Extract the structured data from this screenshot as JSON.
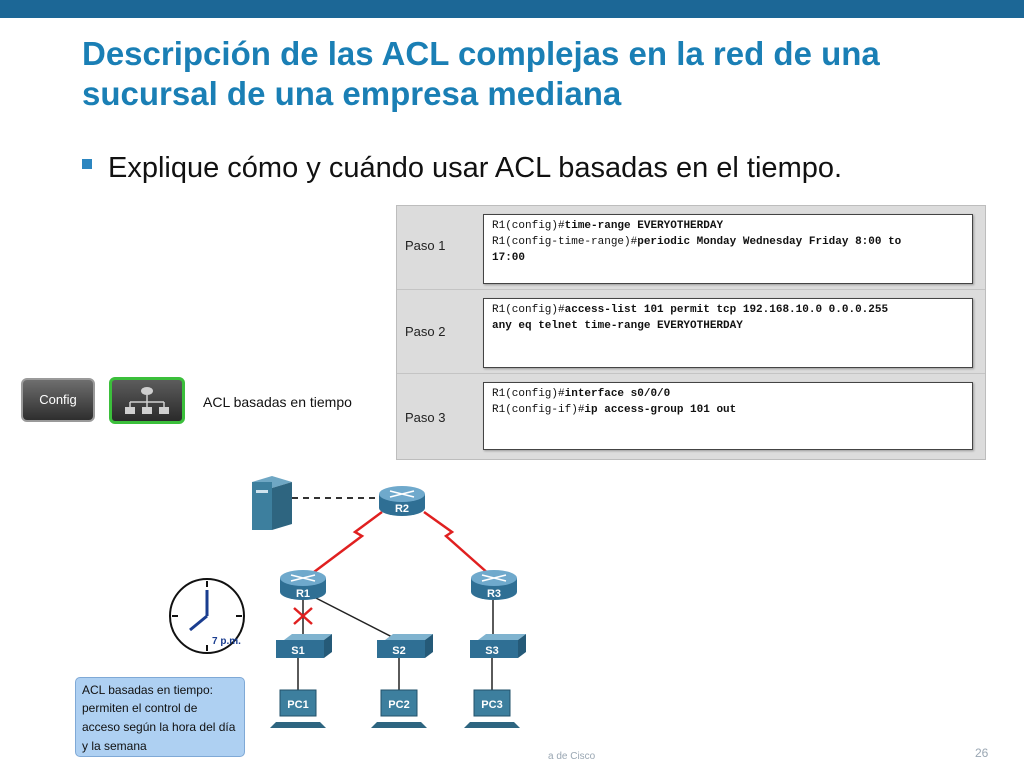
{
  "title": "Descripción de las ACL complejas en la red de una sucursal de una empresa mediana",
  "bullet": "Explique cómo y cuándo usar ACL basadas en el tiempo.",
  "steps": [
    {
      "label": "Paso 1",
      "lines": [
        {
          "prompt": "R1(config)#",
          "cmd": "time-range EVERYOTHERDAY"
        },
        {
          "prompt": "R1(config-time-range)#",
          "cmd": "periodic Monday Wednesday Friday 8:00 to"
        },
        {
          "prompt": "",
          "cmd": "17:00"
        }
      ]
    },
    {
      "label": "Paso 2",
      "lines": [
        {
          "prompt": "R1(config)#",
          "cmd": "access-list 101 permit tcp 192.168.10.0 0.0.0.255"
        },
        {
          "prompt": "",
          "cmd": "any eq telnet time-range EVERYOTHERDAY"
        }
      ]
    },
    {
      "label": "Paso 3",
      "lines": [
        {
          "prompt": "R1(config)#",
          "cmd": "interface s0/0/0"
        },
        {
          "prompt": "R1(config-if)#",
          "cmd": "ip access-group 101 out"
        }
      ]
    }
  ],
  "buttons": {
    "config_label": "Config",
    "acl_label": "ACL basadas en tiempo"
  },
  "topology": {
    "routers": [
      "R2",
      "R1",
      "R3"
    ],
    "switches": [
      "S1",
      "S2",
      "S3"
    ],
    "pcs": [
      "PC1",
      "PC2",
      "PC3"
    ],
    "clock_label": "7 p.m."
  },
  "info_box": {
    "title": "ACL basadas en tiempo:",
    "description": "permiten el control de acceso según la hora del día y la semana"
  },
  "footer": {
    "text": "a de Cisco",
    "page_number": "26"
  },
  "colors": {
    "header_bar": "#1c6796",
    "title": "#1a7fb5",
    "link_red": "#e02020",
    "device_blue": "#3d7fa8",
    "info_box": "#aed0f2"
  }
}
